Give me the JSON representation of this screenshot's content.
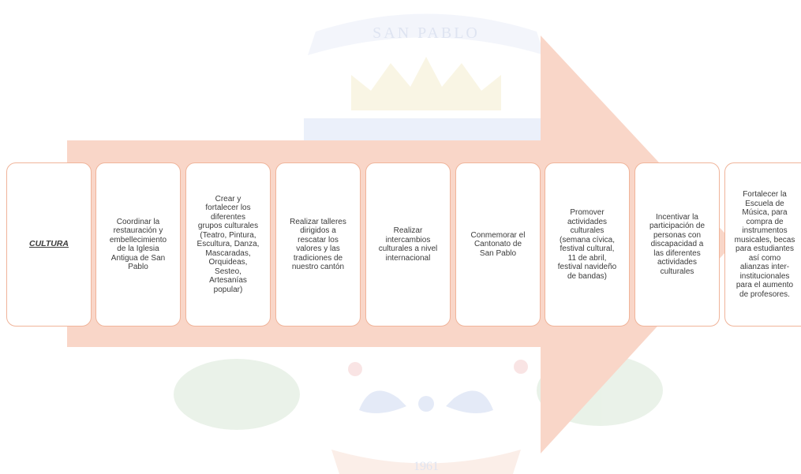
{
  "diagram": {
    "watermark_top_text": "SAN PABLO",
    "watermark_bottom_text": "1961",
    "colors": {
      "arrow_fill": "#f9d6c8",
      "box_border": "#f0b49a",
      "box_text": "#3b3b3b",
      "watermark": "#6f86c4"
    },
    "boxes": [
      {
        "text": "CULTURA"
      },
      {
        "text": "Coordinar la\nrestauración y\nembellecimiento\nde la Iglesia\nAntigua de San\nPablo"
      },
      {
        "text": "Crear y\nfortalecer los\ndiferentes\ngrupos culturales\n(Teatro, Pintura,\nEscultura, Danza,\nMascaradas,\nOrquideas,\nSesteo,\nArtesanías\npopular)"
      },
      {
        "text": "Realizar talleres\ndirigidos a\nrescatar los\nvalores y las\ntradiciones de\nnuestro cantón"
      },
      {
        "text": "Realizar\nintercambios\nculturales a nivel\ninternacional"
      },
      {
        "text": "Conmemorar el\nCantonato de\nSan Pablo"
      },
      {
        "text": "Promover\nactividades\nculturales\n(semana cívica,\nfestival cultural,\n11 de abril,\nfestival navideño\nde bandas)"
      },
      {
        "text": "Incentivar la\nparticipación de\npersonas con\ndiscapacidad a\nlas diferentes\nactividades\nculturales"
      },
      {
        "text": "Fortalecer la\nEscuela de\nMúsica, para\ncompra de\ninstrumentos\nmusicales, becas\npara estudiantes\nasí como\nalianzas inter-\ninstitucionales\npara el aumento\nde profesores."
      }
    ]
  }
}
